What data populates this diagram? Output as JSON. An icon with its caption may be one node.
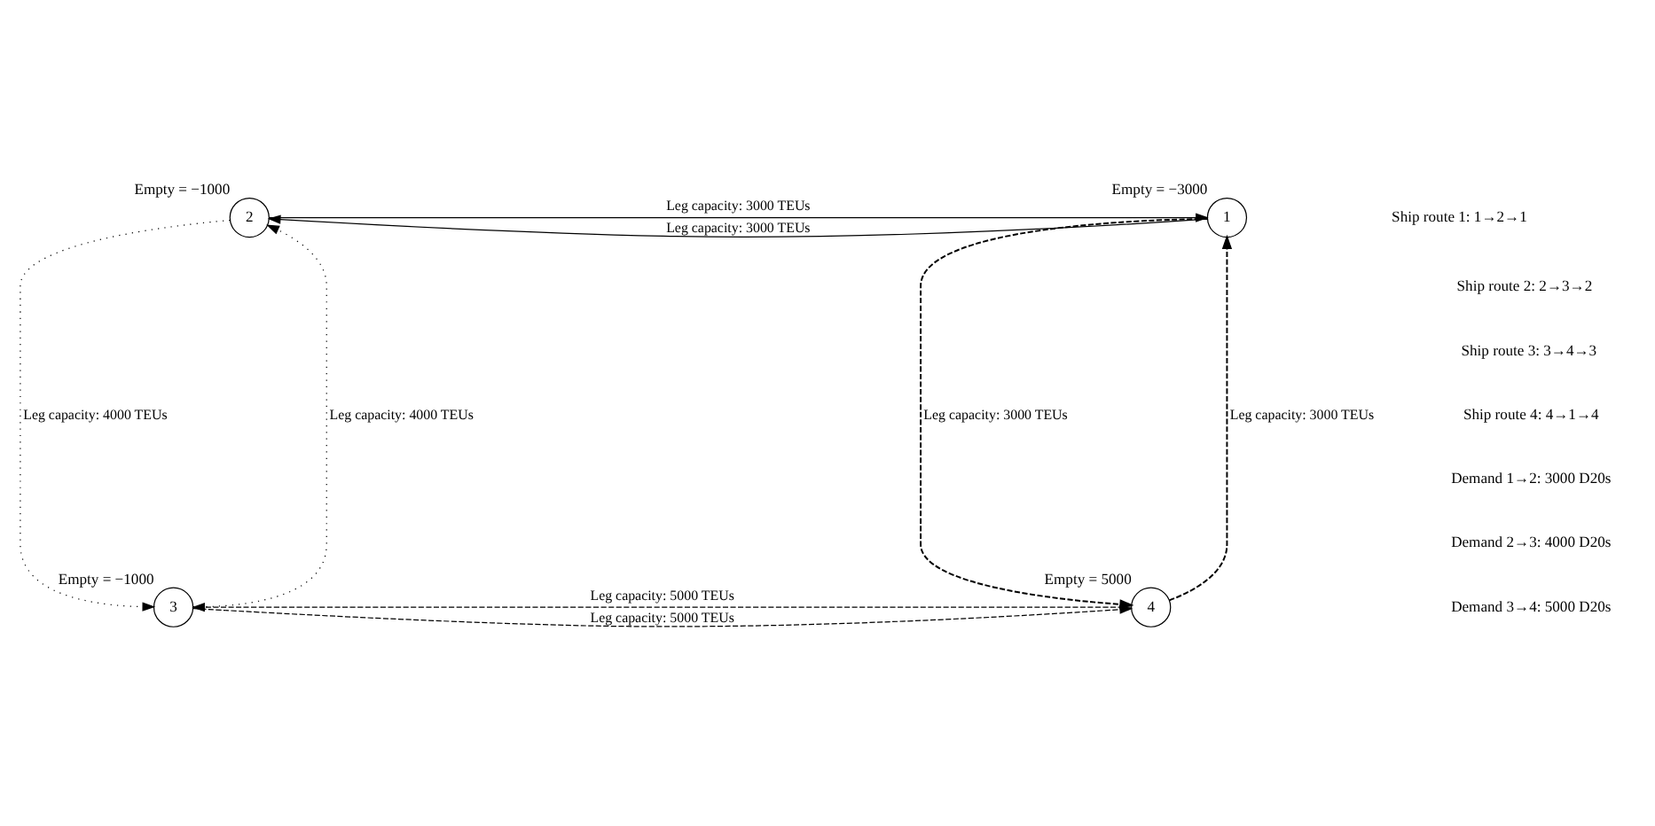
{
  "diagram": {
    "nodes": [
      {
        "text": [
          "2"
        ],
        "beside": [
          "Empty = −1000"
        ]
      },
      {
        "text": [
          "1"
        ],
        "beside": [
          "Empty = −3000"
        ]
      },
      {
        "text": [
          "3"
        ],
        "beside": [
          "Empty = −1000"
        ]
      },
      {
        "text": [
          "4"
        ],
        "beside": [
          "Empty = 5000"
        ]
      }
    ],
    "edges": [
      {
        "from": 0,
        "to": 1,
        "arrow": "to",
        "label": "Leg capacity: 3000 TEUs"
      },
      {
        "from": 1,
        "to": 0,
        "arrow": "to",
        "label": "Leg capacity: 3000 TEUs"
      },
      {
        "from": 0,
        "to": 2,
        "arrow": "to",
        "label": "Leg capacity: 4000 TEUs",
        "style": "dashed"
      },
      {
        "from": 2,
        "to": 0,
        "arrow": "to",
        "label": "Leg capacity: 4000 TEUs",
        "style": "dashed"
      },
      {
        "from": 3,
        "to": 2,
        "arrow": "to",
        "label": "Leg capacity: 5000 TEUs",
        "style": "dashed"
      },
      {
        "from": 2,
        "to": 3,
        "arrow": "to",
        "label": "Leg capacity: 5000 TEUs",
        "style": "dashed"
      },
      {
        "from": 1,
        "to": 3,
        "arrow": "to",
        "label": "Leg capacity: 3000 TEUs",
        "style": "dashed"
      },
      {
        "from": 3,
        "to": 1,
        "arrow": "to",
        "label": "Leg capacity: 3000 TEUs",
        "style": "dashed"
      }
    ],
    "labels": [
      "Demand 1→2: 3000 D20s",
      "Demand 2→3: 4000 D20s",
      "Demand 3→4: 5000 D20s"
    ],
    "legend": [
      {
        "text": "Ship route 1: 1→2→1"
      },
      {
        "text": "Ship route 2: 2→3→2"
      },
      {
        "text": "Ship route 3: 3→4→3"
      },
      {
        "text": "Ship route 4: 4→1→4"
      }
    ]
  }
}
